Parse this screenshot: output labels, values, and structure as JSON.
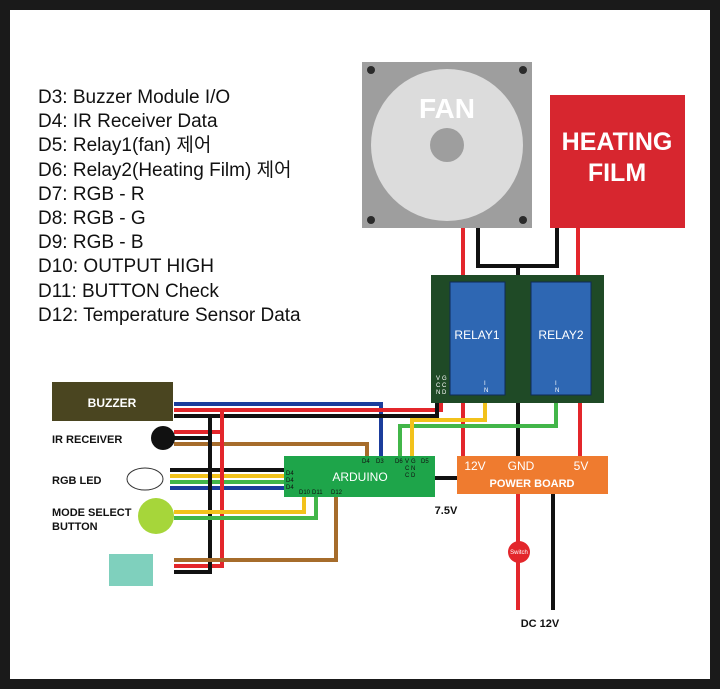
{
  "legend": [
    "D3: Buzzer Module I/O",
    "D4: IR Receiver Data",
    "D5: Relay1(fan) 제어",
    "D6: Relay2(Heating Film) 제어",
    "D7: RGB - R",
    "D8: RGB - G",
    "D9: RGB - B",
    "D10: OUTPUT HIGH",
    "D11: BUTTON Check",
    "D12: Temperature Sensor Data"
  ],
  "components": {
    "fan": "FAN",
    "heating_film": [
      "HEATING",
      "FILM"
    ],
    "relay1": "RELAY1",
    "relay2": "RELAY2",
    "buzzer": "BUZZER",
    "ir_receiver": "IR RECEIVER",
    "rgb_led": "RGB LED",
    "mode_button": [
      "MODE SELECT",
      "BUTTON"
    ],
    "arduino": "ARDUINO",
    "power_board": "POWER BOARD",
    "switch": "Switch"
  },
  "pins": {
    "relay_vgc": [
      "V",
      "G",
      "C",
      "C",
      "N",
      "D"
    ],
    "relay_in": [
      "I",
      "N"
    ],
    "arduino_left": [
      "D4",
      "D4",
      "D4"
    ],
    "arduino_bottom": [
      "D10",
      "D11",
      "D12"
    ],
    "arduino_top": [
      "D4",
      "D3",
      "D6",
      "D5"
    ],
    "arduino_vgc": [
      "V",
      "G",
      "C",
      "N",
      "C",
      "D"
    ]
  },
  "power": {
    "v12": "12V",
    "gnd": "GND",
    "v5": "5V",
    "v75": "7.5V",
    "dc": "DC 12V"
  },
  "colors": {
    "fan_body": "#9e9e9e",
    "heating": "#d7262f",
    "relay_board": "#1f4a26",
    "relay": "#2e67b3",
    "buzzer": "#4a4520",
    "arduino": "#1ea54a",
    "power_board": "#ef7b2f",
    "button": "#a6d63a",
    "temp_sensor": "#7fd0bd",
    "wire_red": "#e3262b",
    "wire_black": "#111111",
    "wire_blue": "#1b3d9c",
    "wire_yellow": "#f2c21b",
    "wire_green": "#42b649",
    "wire_brown": "#a66c2b"
  }
}
